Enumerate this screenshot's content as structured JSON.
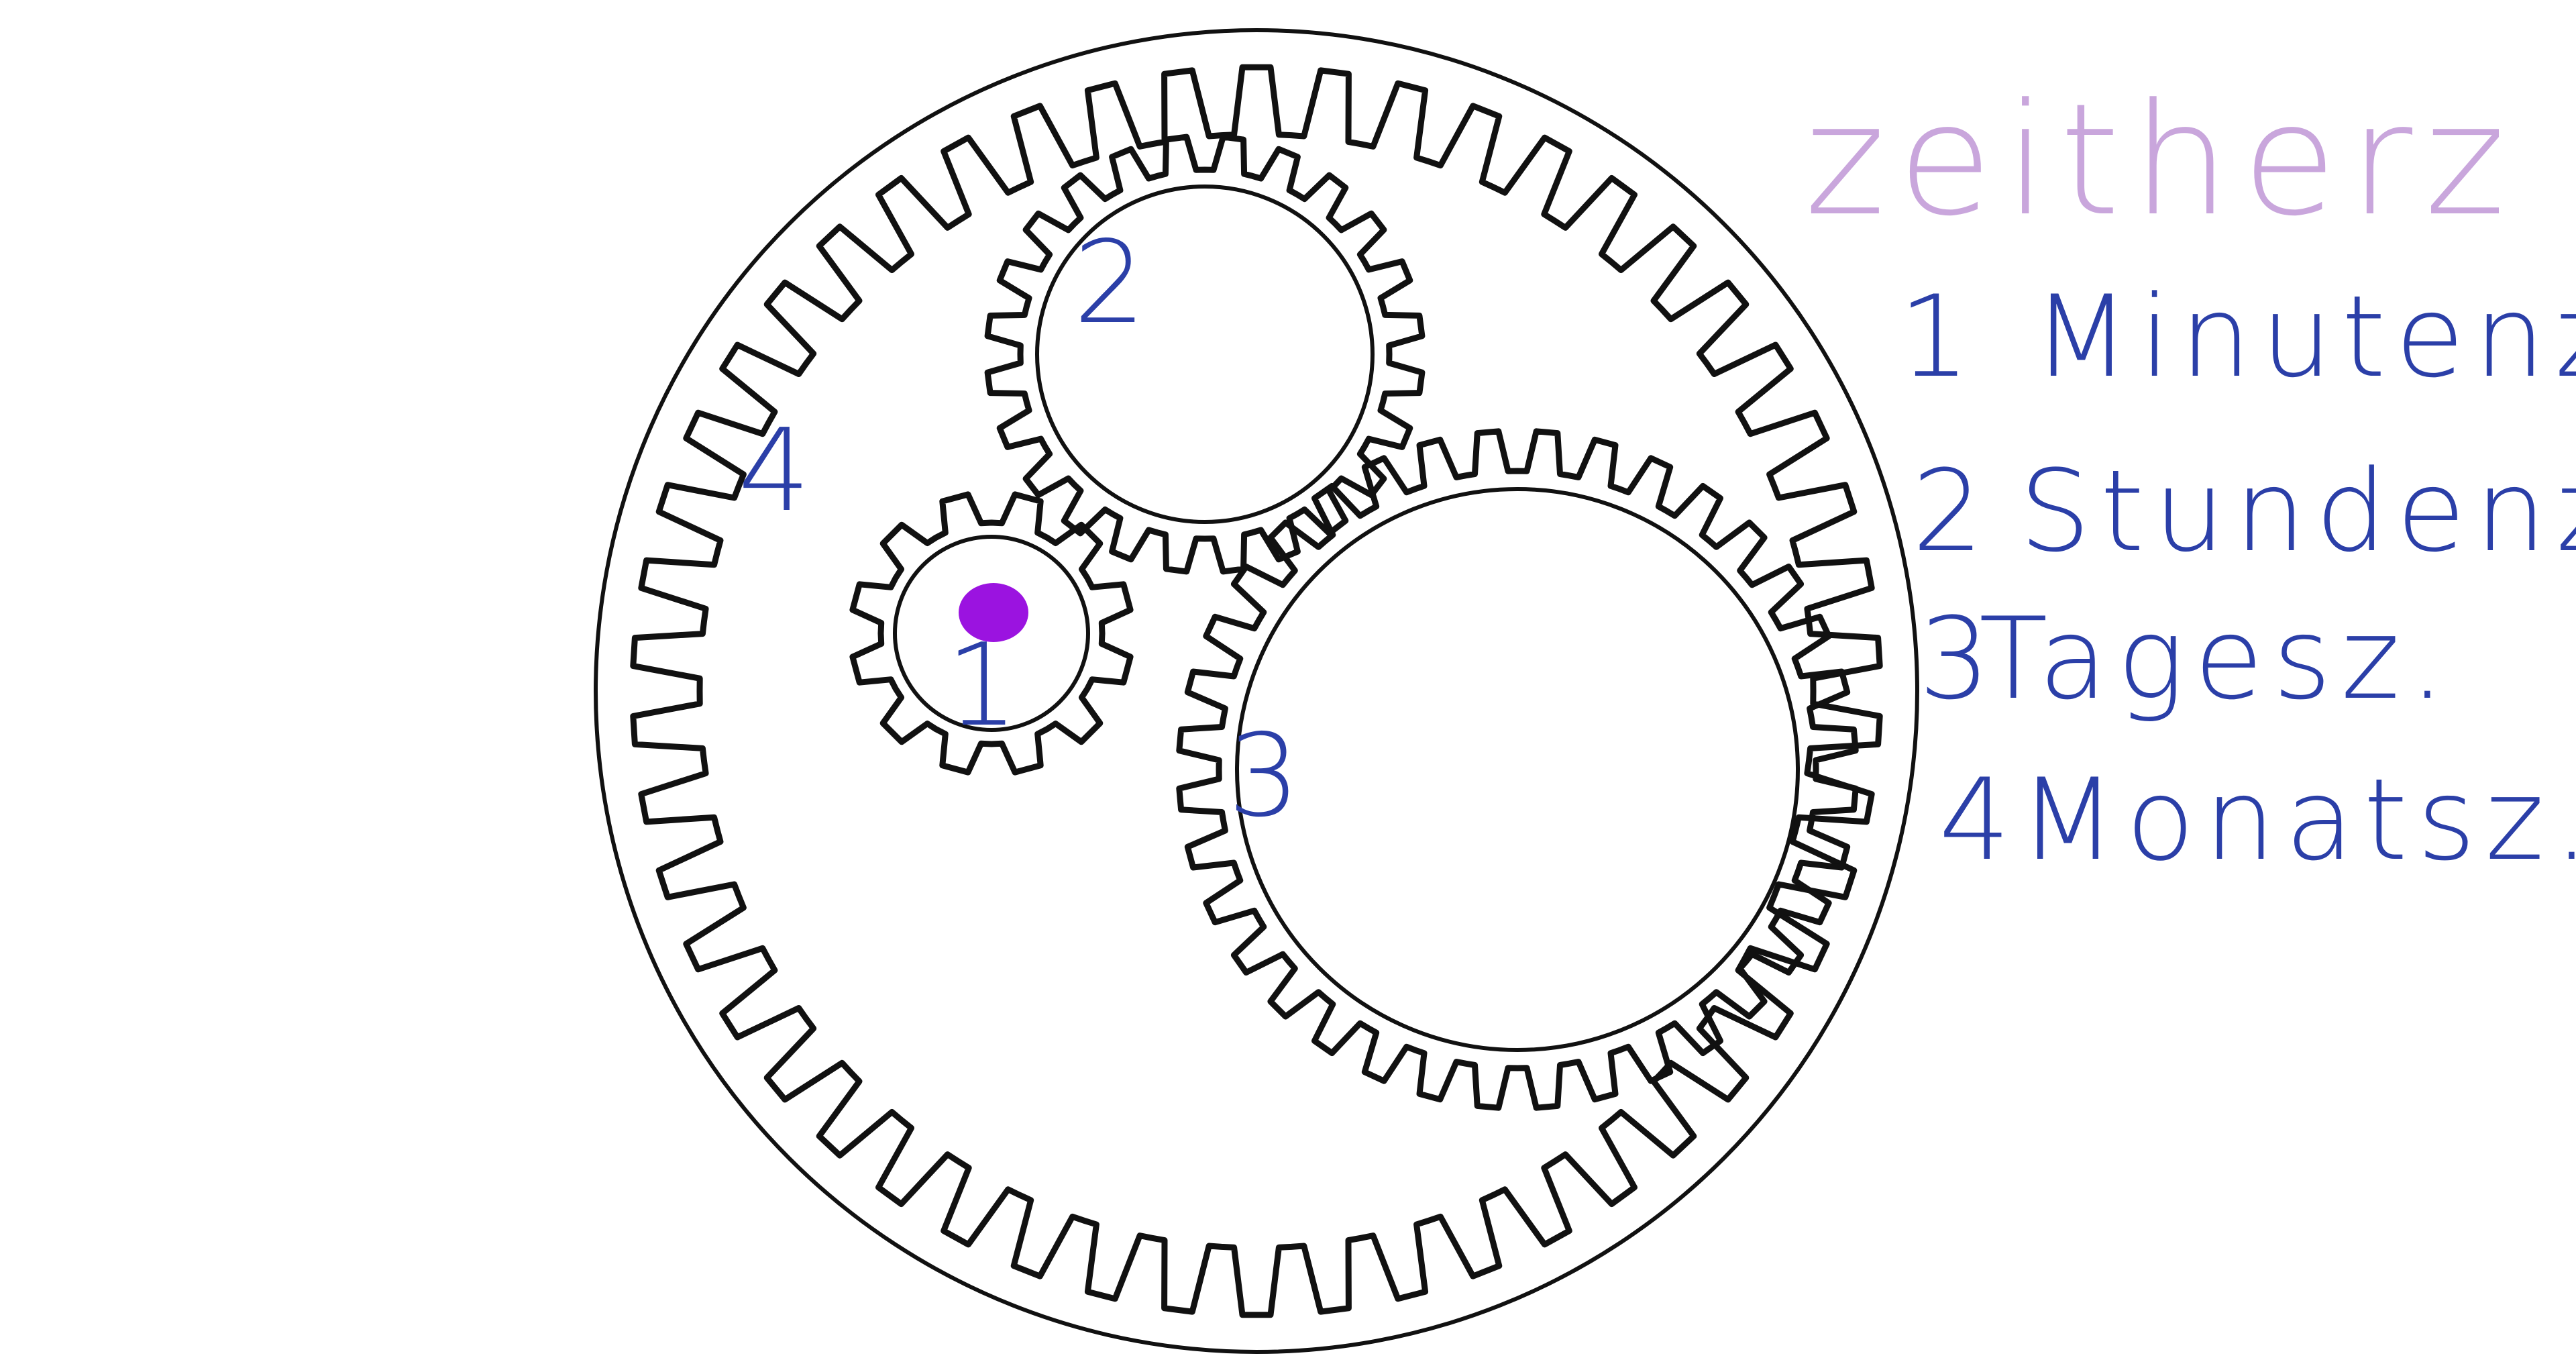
{
  "title": "zeitherz",
  "legend": [
    {
      "num": "1",
      "text": "Minutenz."
    },
    {
      "num": "2",
      "text": "Stundenz."
    },
    {
      "num": "3",
      "text": "Tagesz."
    },
    {
      "num": "4",
      "text": "Monatsz."
    }
  ],
  "gears": [
    {
      "id": "1",
      "label": "1",
      "teeth": 12
    },
    {
      "id": "2",
      "label": "2",
      "teeth": 24
    },
    {
      "id": "3",
      "label": "3",
      "teeth": 36
    },
    {
      "id": "4",
      "label": "4",
      "teeth": 50,
      "type": "ring"
    }
  ],
  "colors": {
    "title": "#c9a6dc",
    "legend": "#2b3fa8",
    "gear_labels": "#2b3fa8",
    "outline": "#111111",
    "pivot": "#9b13e0"
  }
}
